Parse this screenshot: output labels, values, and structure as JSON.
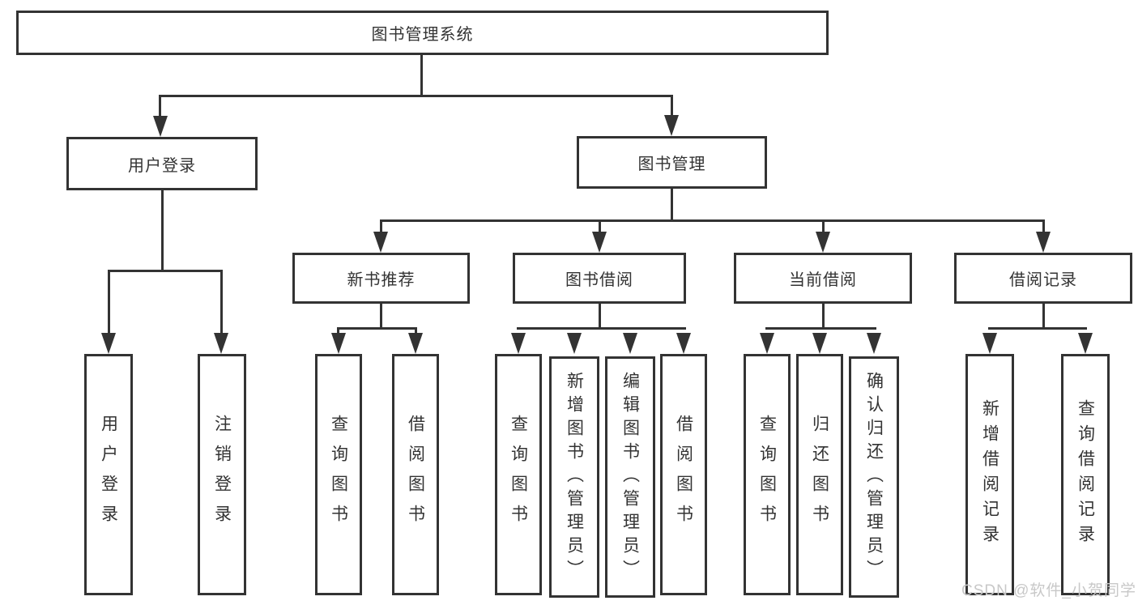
{
  "diagram": {
    "title": {
      "label": "图书管理系统"
    },
    "level1": [
      {
        "label": "用户登录"
      },
      {
        "label": "图书管理"
      }
    ],
    "level2": [
      {
        "label": "新书推荐"
      },
      {
        "label": "图书借阅"
      },
      {
        "label": "当前借阅"
      },
      {
        "label": "借阅记录"
      }
    ],
    "leaves": [
      {
        "label": "用户登录"
      },
      {
        "label": "注销登录"
      },
      {
        "label": "查询图书"
      },
      {
        "label": "借阅图书"
      },
      {
        "label": "查询图书"
      },
      {
        "label": "新增图书（管理员）"
      },
      {
        "label": "编辑图书（管理员）"
      },
      {
        "label": "借阅图书"
      },
      {
        "label": "查询图书"
      },
      {
        "label": "归还图书"
      },
      {
        "label": "确认归还（管理员）"
      },
      {
        "label": "新增借阅记录"
      },
      {
        "label": "查询借阅记录"
      }
    ]
  },
  "watermark": {
    "text": "CSDN @软件_小贺同学"
  },
  "colors": {
    "line": "#333333",
    "text": "#333333",
    "watermark": "#c8c8c8",
    "background": "#ffffff"
  }
}
